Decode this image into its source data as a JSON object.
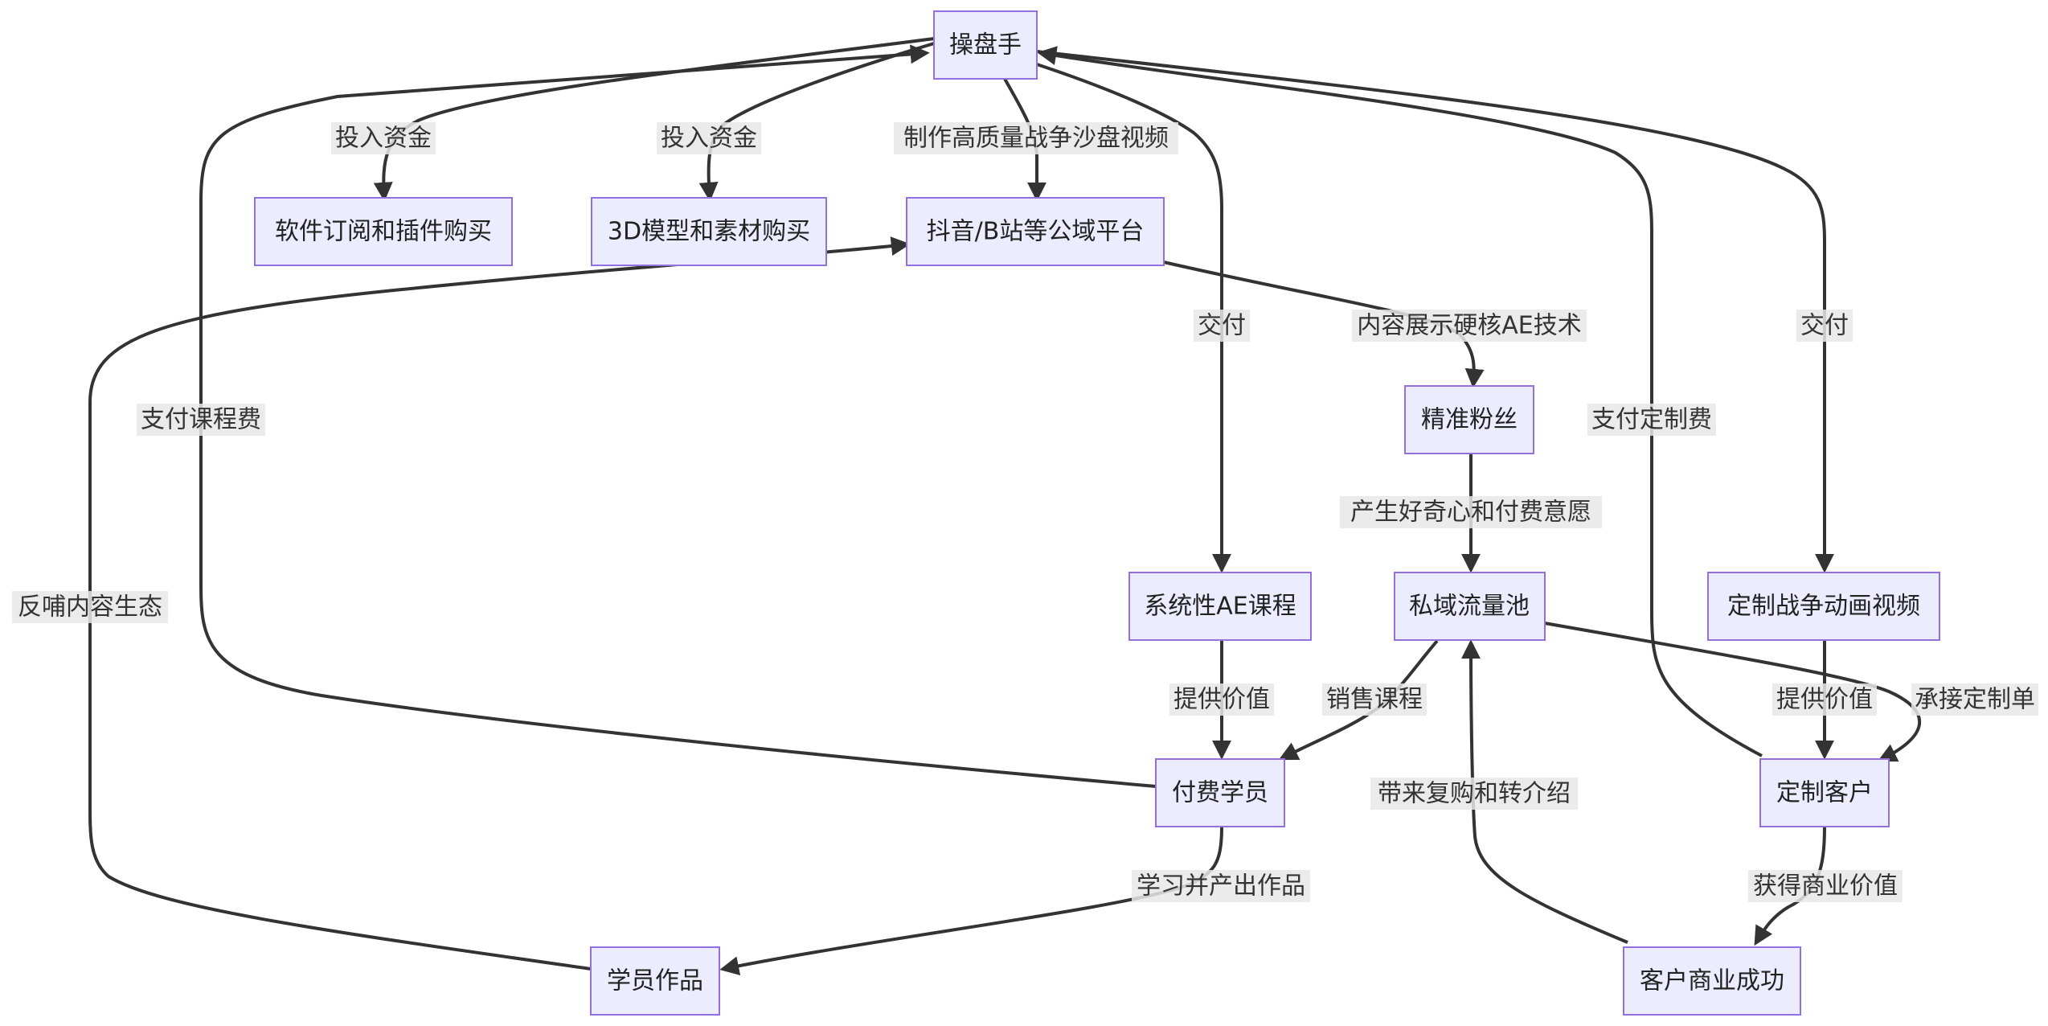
{
  "diagram": {
    "nodes": [
      {
        "id": "trader",
        "label": "操盘手"
      },
      {
        "id": "software",
        "label": "软件订阅和插件购买"
      },
      {
        "id": "models",
        "label": "3D模型和素材购买"
      },
      {
        "id": "platform",
        "label": "抖音/B站等公域平台"
      },
      {
        "id": "fans",
        "label": "精准粉丝"
      },
      {
        "id": "course",
        "label": "系统性AE课程"
      },
      {
        "id": "private",
        "label": "私域流量池"
      },
      {
        "id": "custom_video",
        "label": "定制战争动画视频"
      },
      {
        "id": "students",
        "label": "付费学员"
      },
      {
        "id": "clients",
        "label": "定制客户"
      },
      {
        "id": "works",
        "label": "学员作品"
      },
      {
        "id": "success",
        "label": "客户商业成功"
      }
    ],
    "edges": [
      {
        "id": "e1",
        "label": "投入资金"
      },
      {
        "id": "e2",
        "label": "投入资金"
      },
      {
        "id": "e3",
        "label": "制作高质量战争沙盘视频"
      },
      {
        "id": "e4",
        "label": "交付"
      },
      {
        "id": "e5",
        "label": "交付"
      },
      {
        "id": "e6",
        "label": "内容展示硬核AE技术"
      },
      {
        "id": "e7",
        "label": "产生好奇心和付费意愿"
      },
      {
        "id": "e8",
        "label": "提供价值"
      },
      {
        "id": "e9",
        "label": "销售课程"
      },
      {
        "id": "e10",
        "label": "提供价值"
      },
      {
        "id": "e11",
        "label": "承接定制单"
      },
      {
        "id": "e12",
        "label": "支付课程费"
      },
      {
        "id": "e13",
        "label": "支付定制费"
      },
      {
        "id": "e14",
        "label": "学习并产出作品"
      },
      {
        "id": "e15",
        "label": "获得商业价值"
      },
      {
        "id": "e16",
        "label": "反哺内容生态"
      },
      {
        "id": "e17",
        "label": "带来复购和转介绍"
      }
    ]
  }
}
